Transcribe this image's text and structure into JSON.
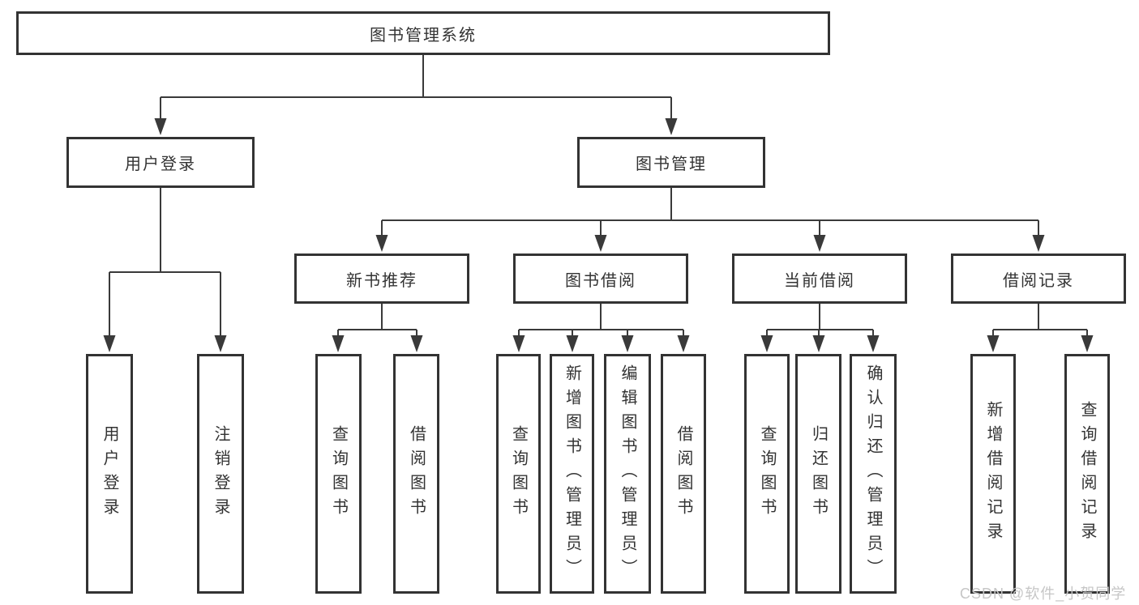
{
  "diagram": {
    "title": "图书管理系统",
    "branches": [
      {
        "label": "用户登录",
        "children": [
          {
            "label": "用户登录"
          },
          {
            "label": "注销登录"
          }
        ]
      },
      {
        "label": "图书管理",
        "children": [
          {
            "label": "新书推荐",
            "children": [
              {
                "label": "查询图书"
              },
              {
                "label": "借阅图书"
              }
            ]
          },
          {
            "label": "图书借阅",
            "children": [
              {
                "label": "查询图书"
              },
              {
                "label": "新增图书（管理员）"
              },
              {
                "label": "编辑图书（管理员）"
              },
              {
                "label": "借阅图书"
              }
            ]
          },
          {
            "label": "当前借阅",
            "children": [
              {
                "label": "查询图书"
              },
              {
                "label": "归还图书"
              },
              {
                "label": "确认归还（管理员）"
              }
            ]
          },
          {
            "label": "借阅记录",
            "children": [
              {
                "label": "新增借阅记录"
              },
              {
                "label": "查询借阅记录"
              }
            ]
          }
        ]
      }
    ]
  },
  "watermark": {
    "text": "CSDN @软件_小贺同学"
  },
  "colors": {
    "line": "#3a3a3a",
    "border": "#333333",
    "watermark": "#c6c6c6"
  }
}
